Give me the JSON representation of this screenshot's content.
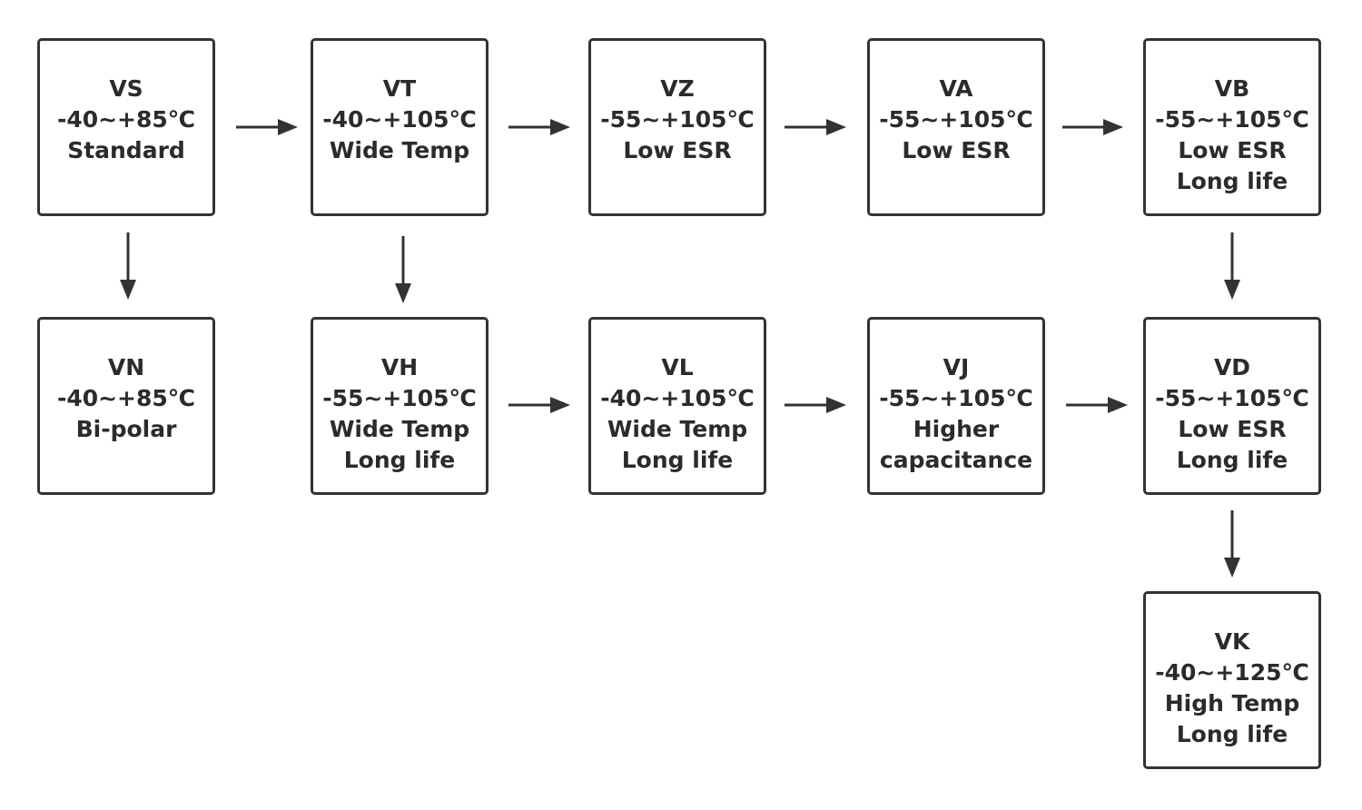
{
  "colors": {
    "stroke": "#333333",
    "text": "#2b2b2b",
    "background": "#ffffff"
  },
  "nodes": {
    "vs": {
      "code": "VS",
      "temp": "-40~+85℃",
      "line3": "Standard"
    },
    "vt": {
      "code": "VT",
      "temp": "-40~+105℃",
      "line3": "Wide Temp"
    },
    "vz": {
      "code": "VZ",
      "temp": "-55~+105℃",
      "line3": "Low ESR"
    },
    "va": {
      "code": "VA",
      "temp": "-55~+105℃",
      "line3": "Low ESR"
    },
    "vb": {
      "code": "VB",
      "temp": "-55~+105℃",
      "line3": "Low ESR",
      "line4": "Long life"
    },
    "vn": {
      "code": "VN",
      "temp": "-40~+85℃",
      "line3": "Bi-polar"
    },
    "vh": {
      "code": "VH",
      "temp": "-55~+105℃",
      "line3": "Wide Temp",
      "line4": "Long life"
    },
    "vl": {
      "code": "VL",
      "temp": "-40~+105℃",
      "line3": "Wide Temp",
      "line4": "Long life"
    },
    "vj": {
      "code": "VJ",
      "temp": "-55~+105℃",
      "line3": "Higher",
      "line4": "capacitance"
    },
    "vd": {
      "code": "VD",
      "temp": "-55~+105℃",
      "line3": "Low ESR",
      "line4": "Long life"
    },
    "vk": {
      "code": "VK",
      "temp": "-40~+125℃",
      "line3": "High Temp",
      "line4": "Long life"
    }
  },
  "edges": [
    {
      "from": "VS",
      "to": "VT"
    },
    {
      "from": "VT",
      "to": "VZ"
    },
    {
      "from": "VZ",
      "to": "VA"
    },
    {
      "from": "VA",
      "to": "VB"
    },
    {
      "from": "VS",
      "to": "VN"
    },
    {
      "from": "VT",
      "to": "VH"
    },
    {
      "from": "VB",
      "to": "VD"
    },
    {
      "from": "VH",
      "to": "VL"
    },
    {
      "from": "VL",
      "to": "VJ"
    },
    {
      "from": "VJ",
      "to": "VD"
    },
    {
      "from": "VD",
      "to": "VK"
    }
  ]
}
